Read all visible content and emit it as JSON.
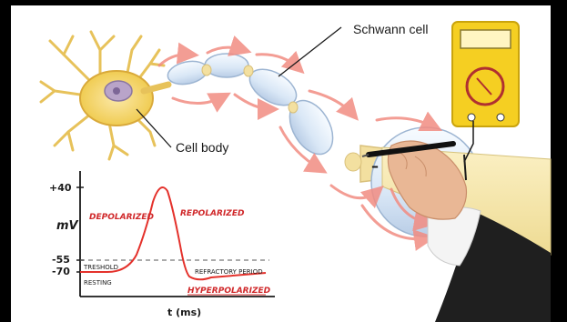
{
  "labels": {
    "schwann_cell": "Schwann cell",
    "cell_body": "Cell body"
  },
  "graph": {
    "y_axis_label": "mV",
    "x_axis_label": "t (ms)",
    "ticks": {
      "plus40": "+40",
      "minus55": "-55",
      "minus70": "-70"
    },
    "annotations": {
      "depolarized": "DEPOLARIZED",
      "repolarized": "REPOLARIZED",
      "threshold": "TRESHOLD",
      "resting": "RESTING",
      "refractory": "REFRACTORY PERIOD",
      "hyperpolarized": "HYPERPOLARIZED"
    }
  },
  "meter": {
    "sign": "–"
  },
  "colors": {
    "background": "#ffffff",
    "cell_body": "#f2d36a",
    "axon_blue": "#d7e6f5",
    "arrow": "#f28c82",
    "curve": "#e4312b",
    "meter_yellow": "#f5cf22",
    "ink": "#1a1a1a"
  }
}
